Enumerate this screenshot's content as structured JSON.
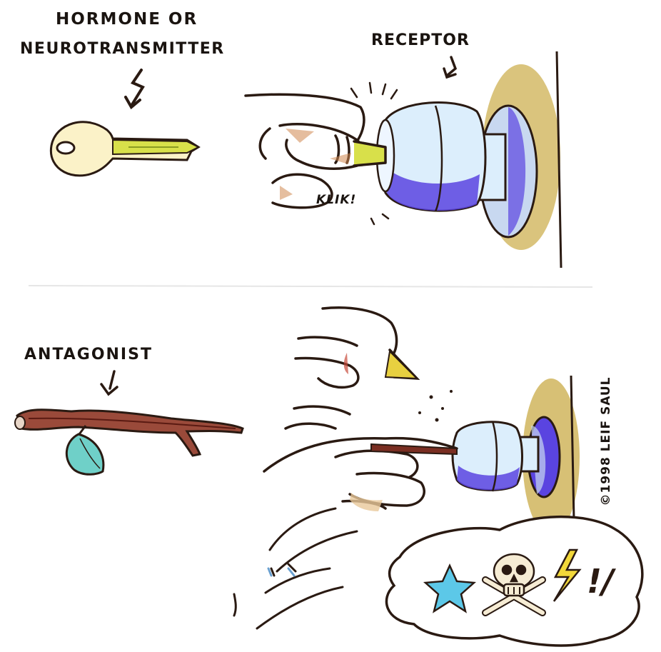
{
  "labels": {
    "hormone_line1": "HORMONE OR",
    "hormone_line2": "NEUROTRANSMITTER",
    "receptor": "RECEPTOR",
    "klik": "KLIK!",
    "antagonist": "ANTAGONIST",
    "copyright": "©1998 LEIF SAUL",
    "bubble_symbols": "!/"
  },
  "colors": {
    "ink": "#2a1a12",
    "key_handle": "#fbf2c8",
    "key_blade": "#d8e04a",
    "knob_light": "#dceefc",
    "knob_blue": "#5a44e0",
    "wall_shadow": "#cdb052",
    "branch": "#7a2e22",
    "leaf": "#6fd0c8",
    "star": "#5cc8e8",
    "bolt": "#f2d83a",
    "skin": "#e8c89a"
  },
  "icons": [
    "key-icon",
    "door-knob-icon",
    "branch-icon",
    "leaf-icon",
    "skull-icon",
    "star-icon",
    "lightning-icon"
  ]
}
